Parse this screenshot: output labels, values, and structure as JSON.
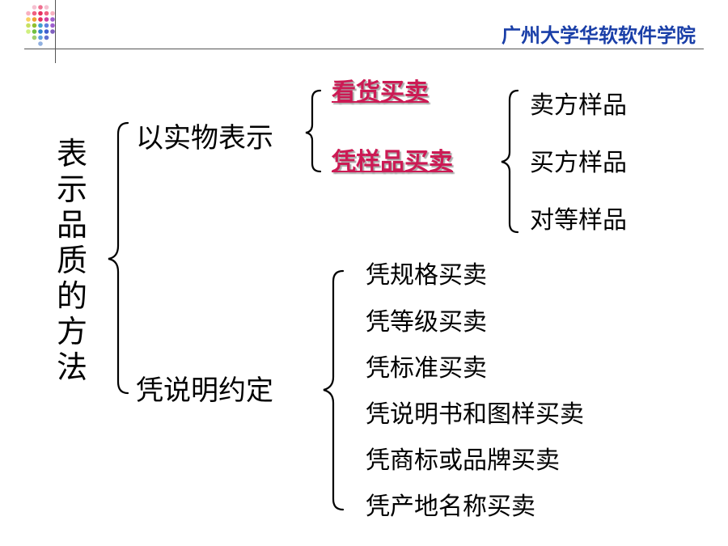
{
  "header": {
    "title": "广州大学华软软件学院"
  },
  "main_title": [
    "表",
    "示",
    "品",
    "质",
    "的",
    "方",
    "法"
  ],
  "branches": {
    "physical": {
      "label": "以实物表示",
      "items": [
        {
          "label": "看货买卖"
        },
        {
          "label": "凭样品买卖"
        }
      ],
      "sample_types": [
        "卖方样品",
        "买方样品",
        "对等样品"
      ]
    },
    "description": {
      "label": "凭说明约定",
      "items": [
        "凭规格买卖",
        "凭等级买卖",
        "凭标准买卖",
        "凭说明书和图样买卖",
        "凭商标或品牌买卖",
        "凭产地名称买卖"
      ]
    }
  },
  "colors": {
    "header_text": "#1a3fa8",
    "highlight_text": "#cc1a54"
  }
}
